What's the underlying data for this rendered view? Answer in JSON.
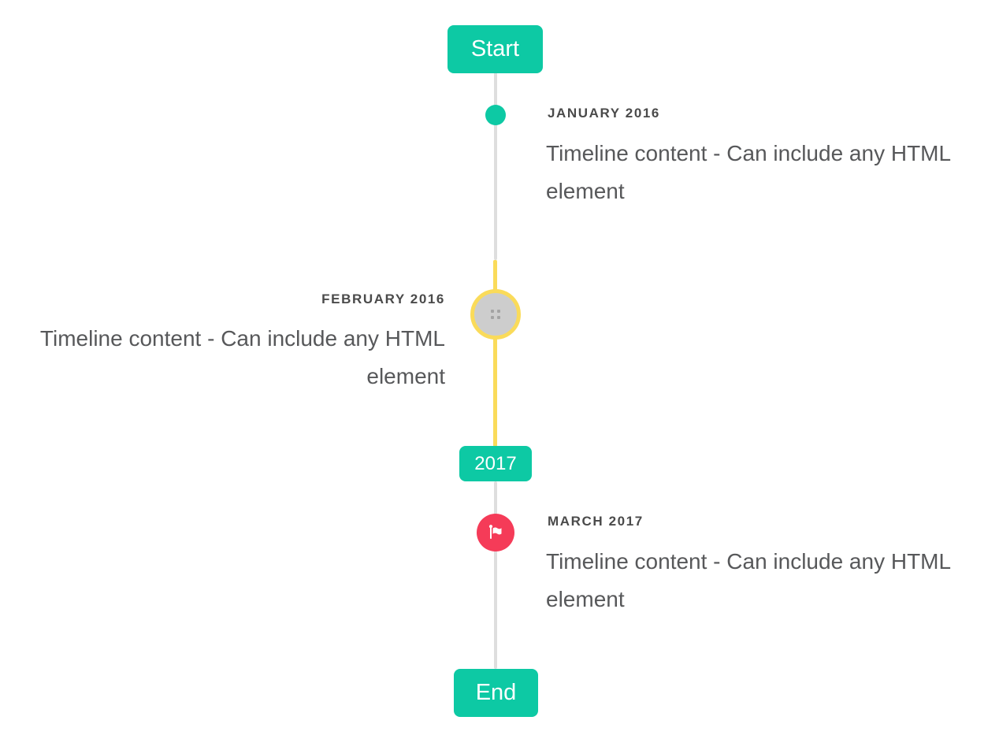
{
  "page": {
    "background": "#ffffff",
    "description": "Vertical timeline widget with start/end labels and three dated events"
  },
  "colors": {
    "page_bg": "#ffffff",
    "teal": "#0dc9a4",
    "yellow": "#fadb5a",
    "red": "#f53b58",
    "line_gray": "#dedede",
    "circle_gray": "#cdcdcd",
    "title_text": "#4a4a4a",
    "content_text": "#57585a"
  },
  "timeline": {
    "start_label": "Start",
    "end_label": "End",
    "year_badge": "2017",
    "events": [
      {
        "title": "JANUARY 2016",
        "content": "Timeline content - Can include any HTML element",
        "side": "right",
        "marker": "teal-dot"
      },
      {
        "title": "FEBRUARY 2016",
        "content": "Timeline content - Can include any HTML element",
        "side": "left",
        "marker": "gray-circle-yellow-ring-drag-handle"
      },
      {
        "title": "MARCH 2017",
        "content": "Timeline content - Can include any HTML element",
        "side": "right",
        "marker": "red-circle-flag"
      }
    ]
  }
}
